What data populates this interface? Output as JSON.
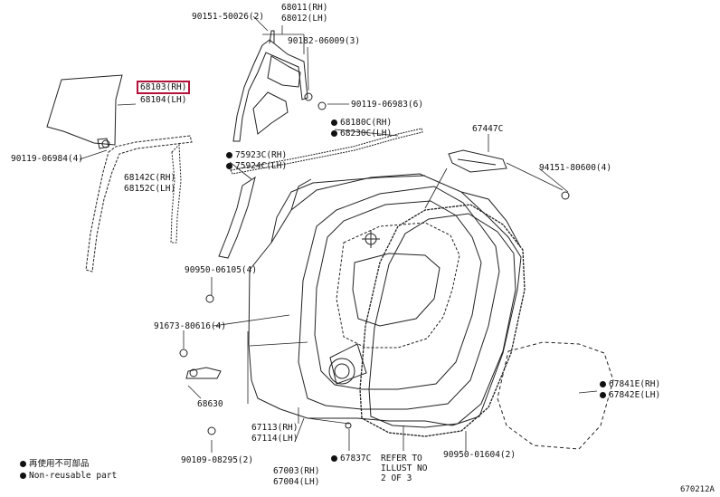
{
  "parts": {
    "p90151_50026": "90151-50026(2)",
    "p68011_rh": "68011(RH)",
    "p68012_lh": "68012(LH)",
    "p90182_06009": "90182-06009(3)",
    "p68103_rh": "68103(RH)",
    "p68104_lh": "68104(LH)",
    "p90119_06983": "90119-06983(6)",
    "p68180c_rh": "68180C(RH)",
    "p68230c_lh": "68230C(LH)",
    "p67447c": "67447C",
    "p90119_06984": "90119-06984(4)",
    "p75923c_rh": "75923C(RH)",
    "p75924c_lh": "75924C(LH)",
    "p94151_80600": "94151-80600(4)",
    "p68142c_rh": "68142C(RH)",
    "p68152c_lh": "68152C(LH)",
    "p90950_06105": "90950-06105(4)",
    "p91673_80616": "91673-80616(4)",
    "p67841e_rh": "67841E(RH)",
    "p67842e_lh": "67842E(LH)",
    "p68630": "68630",
    "p67113_rh": "67113(RH)",
    "p67114_lh": "67114(LH)",
    "p90109_08295": "90109-08295(2)",
    "p67837c": "67837C",
    "refer_1": "REFER TO",
    "refer_2": "ILLUST NO",
    "refer_3": "2 OF 3",
    "p90950_01604": "90950-01604(2)",
    "p67003_rh": "67003(RH)",
    "p67004_lh": "67004(LH)"
  },
  "legend": {
    "line1": "再使用不可部品",
    "line2": "Non-reusable part"
  },
  "illustration_code": "670212A",
  "colors": {
    "highlight": "#b3123a",
    "ink": "#111111"
  }
}
